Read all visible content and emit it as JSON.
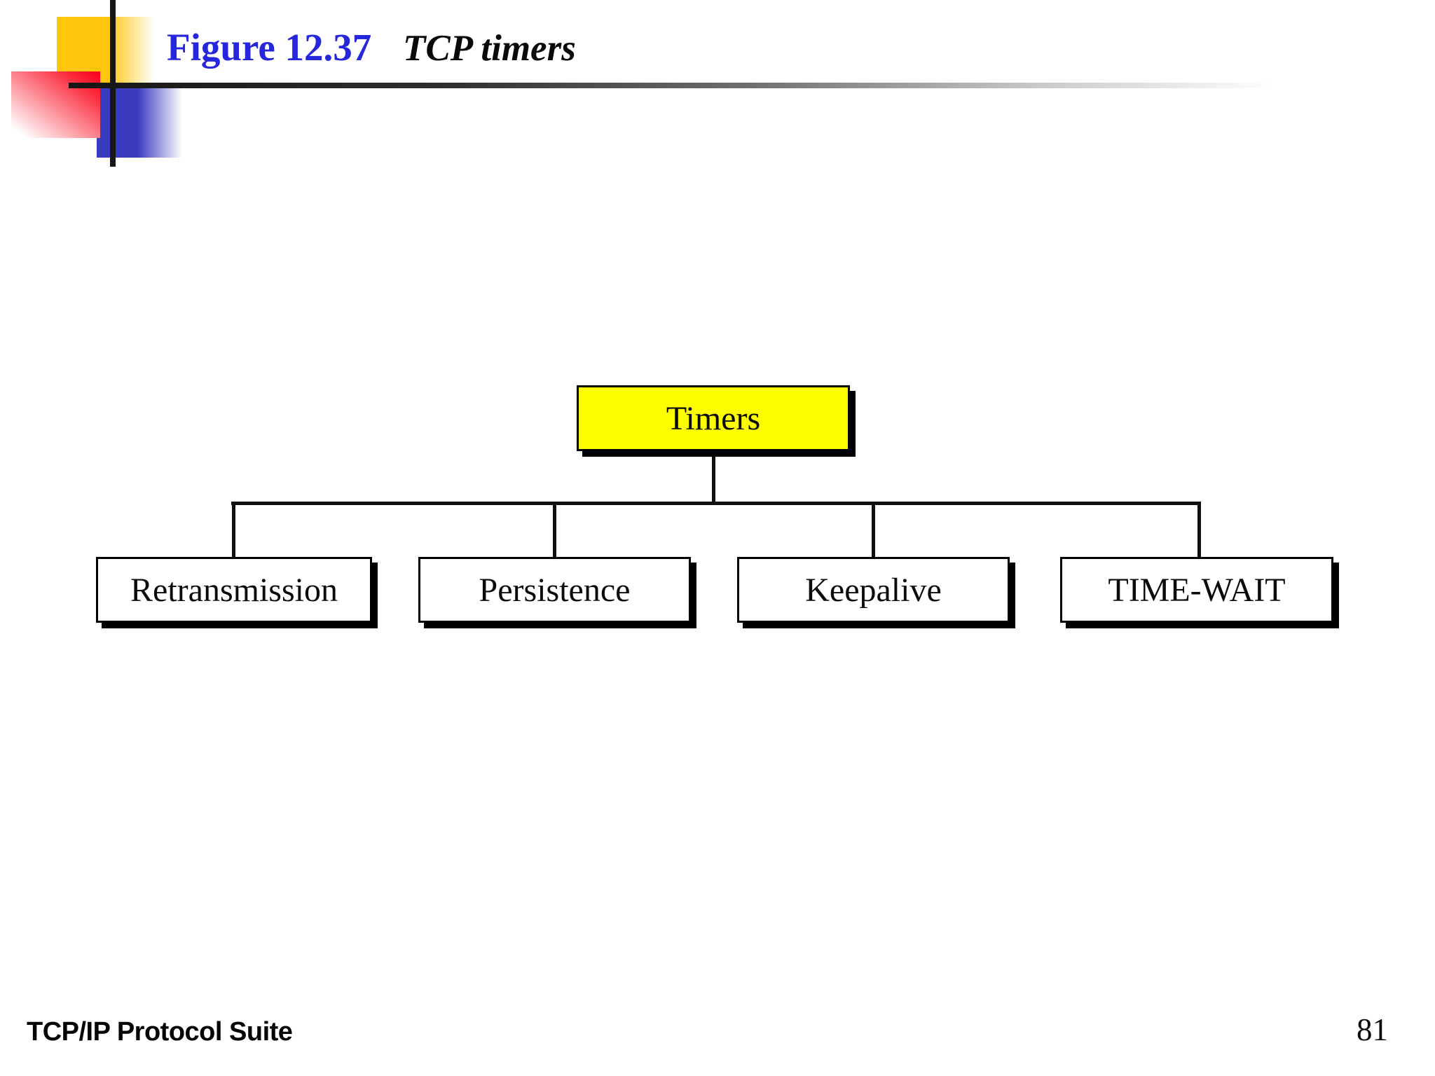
{
  "slide": {
    "figure_label": "Figure 12.37",
    "figure_title": "TCP timers",
    "footer": "TCP/IP Protocol Suite",
    "page_number": "81"
  },
  "diagram": {
    "type": "tree",
    "root": {
      "label": "Timers"
    },
    "children": [
      {
        "label": "Retransmission"
      },
      {
        "label": "Persistence"
      },
      {
        "label": "Keepalive"
      },
      {
        "label": "TIME-WAIT"
      }
    ]
  },
  "colors": {
    "root_box_fill": "#FDFD00",
    "child_box_fill": "#FFFFFF",
    "box_border": "#000000",
    "box_shadow": "#000000",
    "figure_label_blue": "#2626DC",
    "logo_gold": "#FFC60D",
    "logo_red": "#FA0019",
    "logo_blue": "#3B3BC0",
    "rule_dark": "#161616"
  }
}
